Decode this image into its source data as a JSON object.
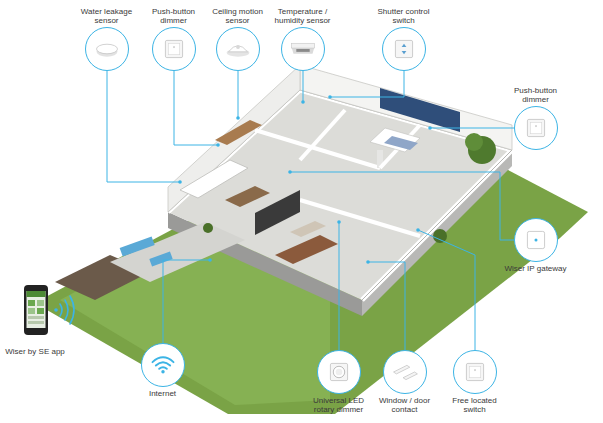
{
  "diagram": {
    "nodes": [
      {
        "text": [
          "Water leakage sensor"
        ]
      },
      {
        "text": [
          "Push-button dimmer"
        ]
      },
      {
        "text": [
          "Ceiling motion sensor"
        ]
      },
      {
        "text": [
          "Temperature / humidity sensor"
        ]
      },
      {
        "text": [
          "Shutter control switch"
        ]
      },
      {
        "text": [
          "Push-button dimmer"
        ]
      },
      {
        "text": [
          "Wiser IP gateway"
        ]
      },
      {
        "text": [
          "Internet"
        ]
      },
      {
        "text": [
          "Universal LED rotary dimmer"
        ]
      },
      {
        "text": [
          "Window / door contact"
        ]
      },
      {
        "text": [
          "Free located switch"
        ]
      }
    ],
    "labels": [
      "Wiser by SE app"
    ]
  }
}
